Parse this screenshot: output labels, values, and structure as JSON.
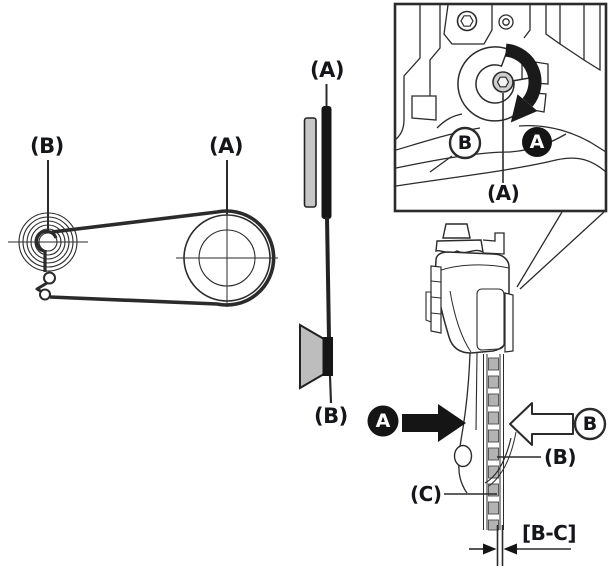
{
  "diagrams": {
    "drivetrain_top_view": {
      "rear_sprocket_label": "(B)",
      "chainring_label": "(A)"
    },
    "chainline_front_view": {
      "chainring_label": "(A)",
      "rear_sprocket_label": "(B)"
    },
    "adjustment_inset": {
      "direction_b_badge": "B",
      "direction_a_badge": "A",
      "adjustment_screw_label": "(A)"
    },
    "derailleur_side_view": {
      "direction_a_badge": "A",
      "direction_b_badge": "B",
      "outer_plate_label": "(B)",
      "chain_label": "(C)",
      "clearance_label": "[B-C]"
    }
  },
  "colors": {
    "ink": "#2b2b2b",
    "black_fill": "#161616",
    "gray_fill": "#bdbdbd",
    "light_gray_fill": "#c6c6c6",
    "chain_link_gray": "#b3b3b3",
    "background": "#ffffff"
  }
}
